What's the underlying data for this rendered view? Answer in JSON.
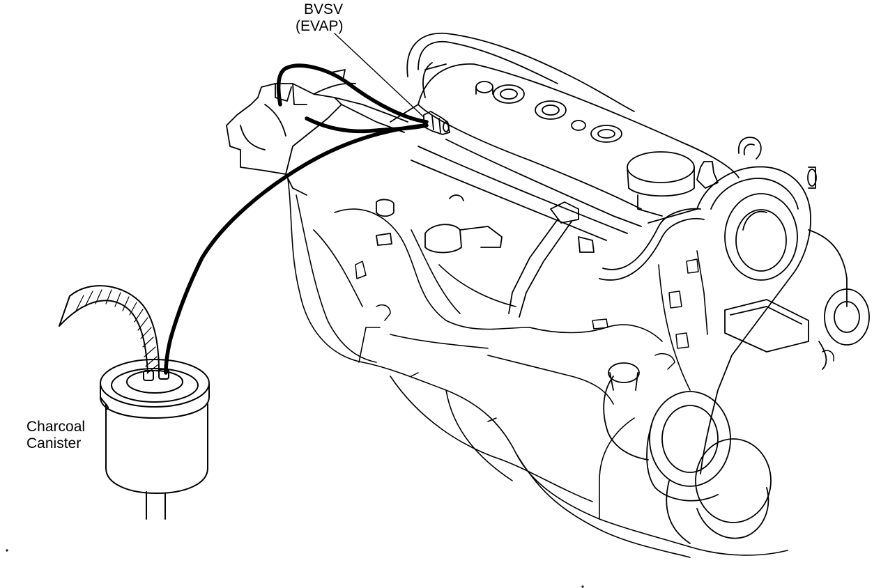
{
  "diagram": {
    "labels": {
      "bvsv_line1": "BVSV",
      "bvsv_line2": "(EVAP)",
      "canister_line1": "Charcoal",
      "canister_line2": "Canister"
    },
    "colors": {
      "ink": "#000000",
      "paper": "#ffffff"
    }
  }
}
